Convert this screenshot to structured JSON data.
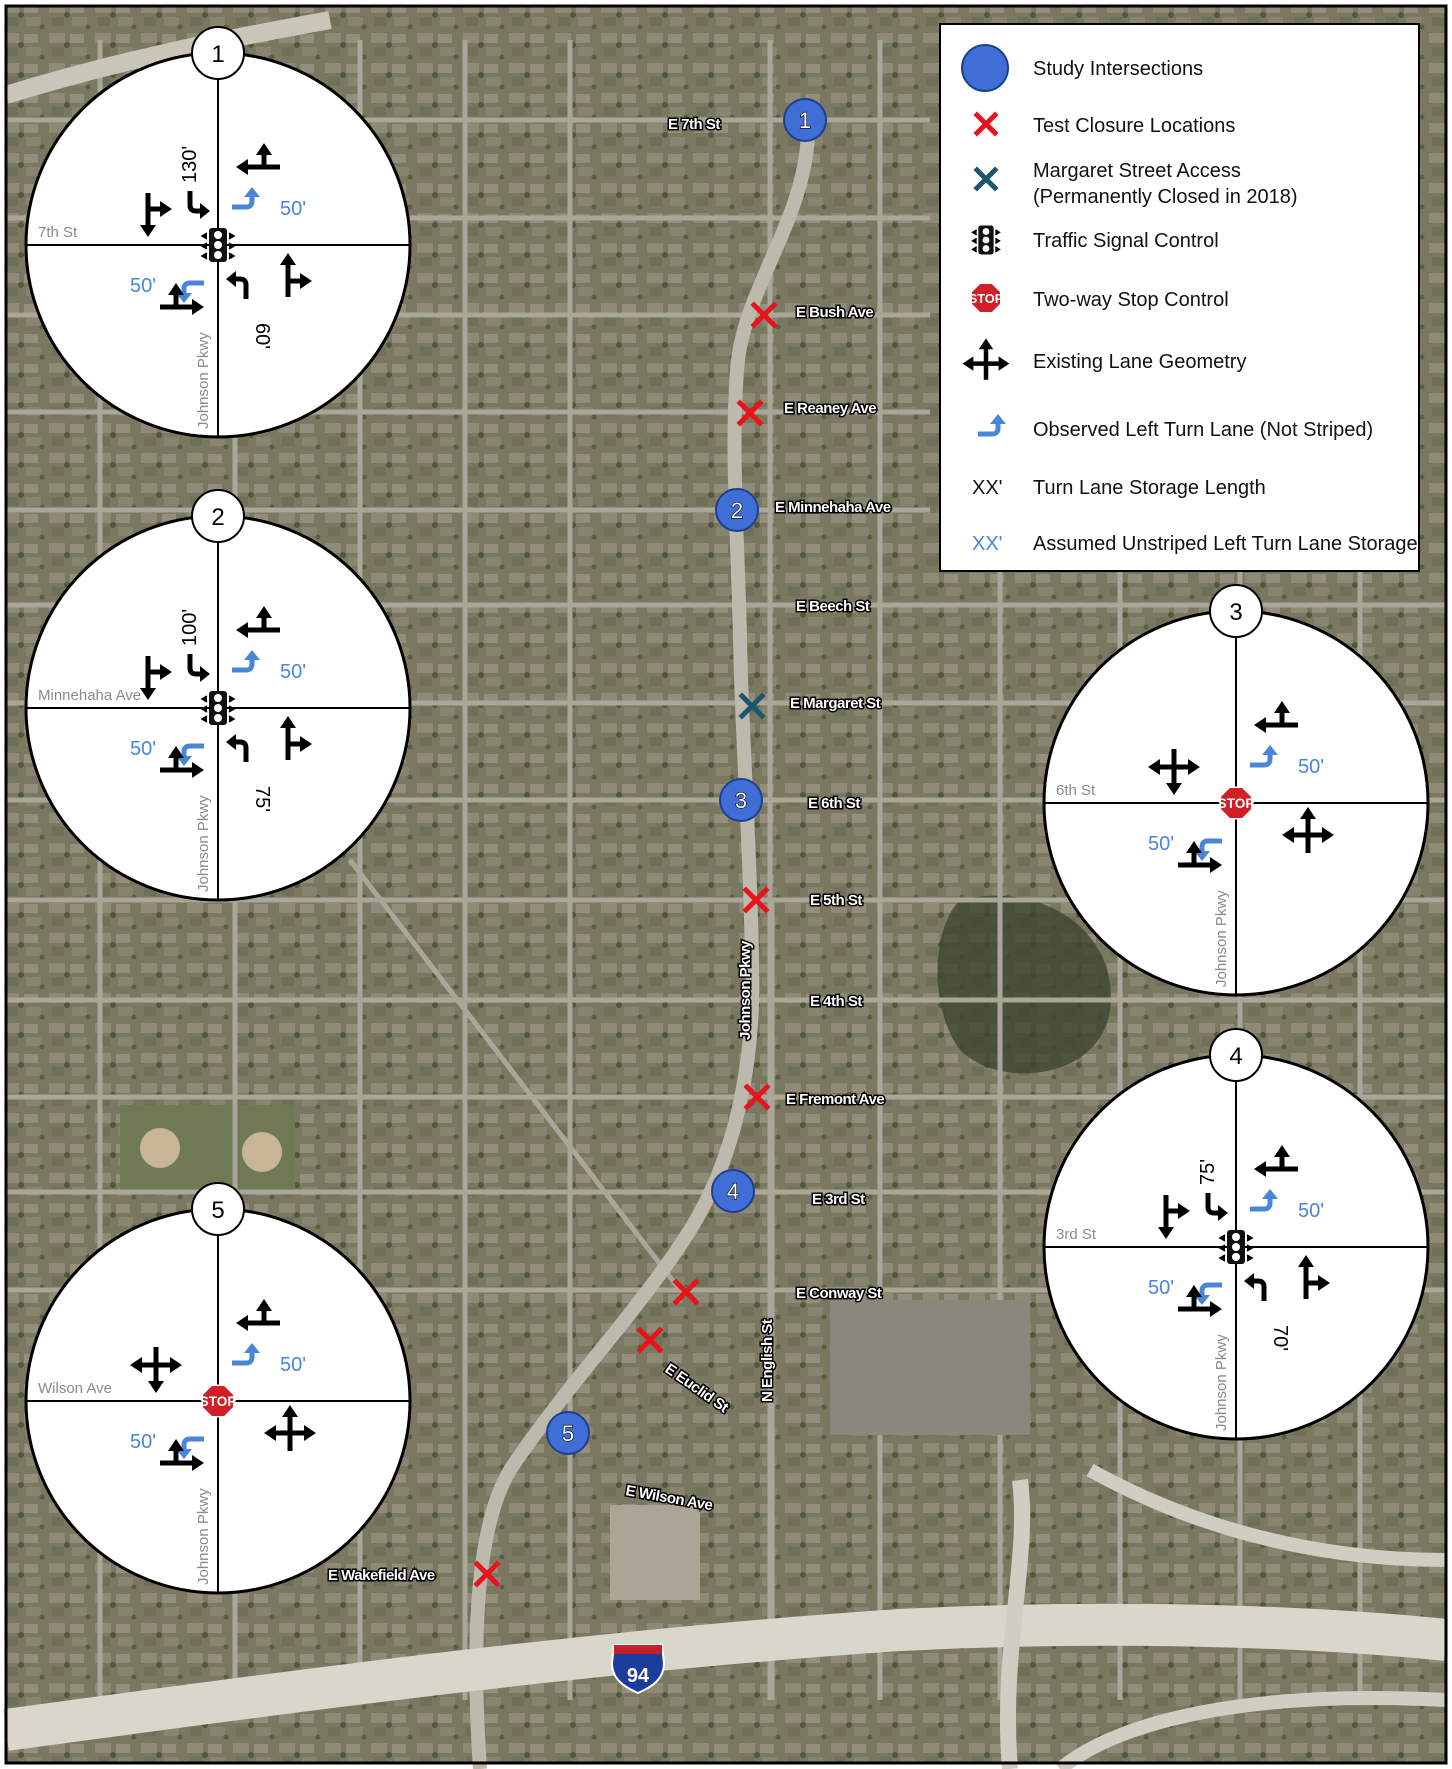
{
  "legend": {
    "items": [
      {
        "label": "Study Intersections",
        "icon": "study-intersection-icon"
      },
      {
        "label": "Test Closure Locations",
        "icon": "red-x-icon"
      },
      {
        "label": "Margaret Street Access",
        "sub": "(Permanently Closed in 2018)",
        "icon": "teal-x-icon"
      },
      {
        "label": "Traffic Signal Control",
        "icon": "traffic-signal-icon"
      },
      {
        "label": "Two-way Stop Control",
        "icon": "stop-sign-icon"
      },
      {
        "label": "Existing Lane Geometry",
        "icon": "lane-arrows-icon"
      },
      {
        "label": "Observed Left Turn Lane (Not Striped)",
        "icon": "blue-left-turn-icon"
      },
      {
        "label": "Turn Lane Storage Length",
        "symbol": "XX'"
      },
      {
        "label": "Assumed Unstriped Left Turn Lane Storage",
        "symbol": "XX'"
      }
    ]
  },
  "study_markers": [
    "1",
    "2",
    "3",
    "4",
    "5"
  ],
  "streets": {
    "e7th": "E 7th St",
    "bush": "E Bush Ave",
    "reaney": "E Reaney Ave",
    "minnehaha": "E Minnehaha Ave",
    "beech": "E Beech St",
    "margaret": "E Margaret St",
    "e6th": "E 6th St",
    "e5th": "E 5th St",
    "e4th": "E 4th St",
    "fremont": "E Fremont Ave",
    "e3rd": "E 3rd St",
    "conway": "E Conway St",
    "euclid": "E Euclid St",
    "english": "N English St",
    "wilson": "E Wilson Ave",
    "wakefield": "E Wakefield Ave",
    "johnson": "Johnson Pkwy",
    "interstate": "94"
  },
  "insets": [
    {
      "num": "1",
      "cross": "7th St",
      "main": "Johnson Pkwy",
      "control": "signal",
      "sb_storage": "130'",
      "nb_storage": "60'",
      "wb_assumed": "50'",
      "eb_assumed": "50'"
    },
    {
      "num": "2",
      "cross": "Minnehaha Ave",
      "main": "Johnson Pkwy",
      "control": "signal",
      "sb_storage": "100'",
      "nb_storage": "75'",
      "wb_assumed": "50'",
      "eb_assumed": "50'"
    },
    {
      "num": "3",
      "cross": "6th St",
      "main": "Johnson Pkwy",
      "control": "stop",
      "stop_text": "STOP",
      "wb_assumed": "50'",
      "eb_assumed": "50'"
    },
    {
      "num": "4",
      "cross": "3rd St",
      "main": "Johnson Pkwy",
      "control": "signal",
      "sb_storage": "75'",
      "nb_storage": "70'",
      "wb_assumed": "50'",
      "eb_assumed": "50'"
    },
    {
      "num": "5",
      "cross": "Wilson Ave",
      "main": "Johnson Pkwy",
      "control": "stop",
      "stop_text": "STOP",
      "wb_assumed": "50'",
      "eb_assumed": "50'"
    }
  ],
  "colors": {
    "study": "#3f6fd6",
    "closure": "#e8141c",
    "margaret": "#1b5670",
    "assumed": "#4a86d8",
    "aerial": "#7d7a66"
  }
}
